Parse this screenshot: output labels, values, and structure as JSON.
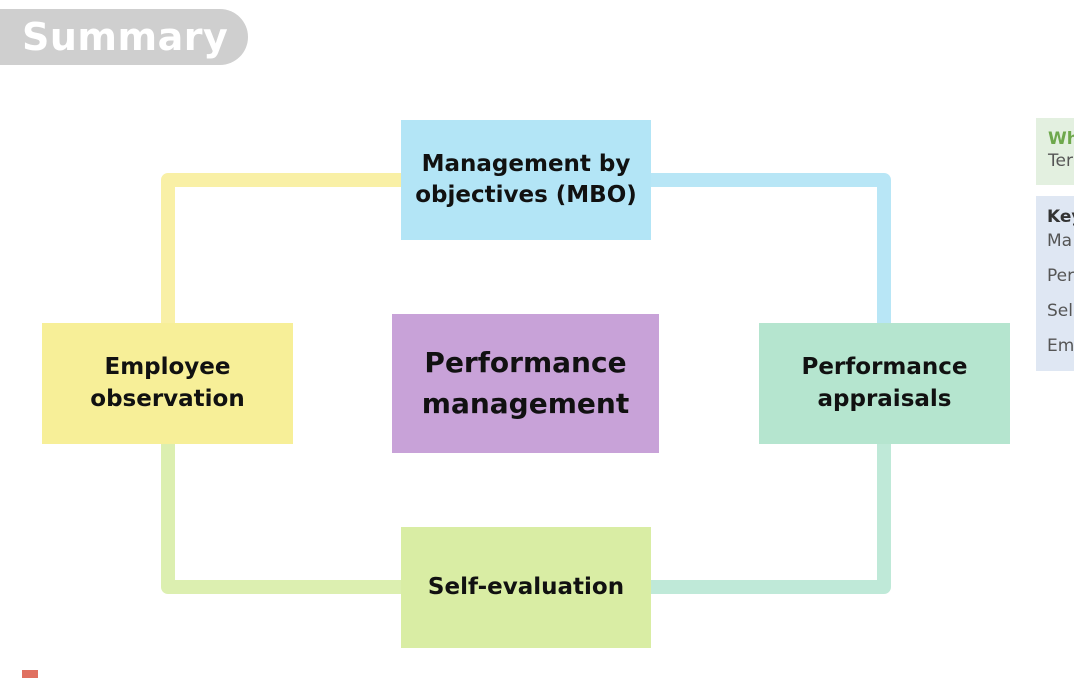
{
  "header": {
    "title": "Summary"
  },
  "diagram": {
    "center": [
      "Performance",
      "management"
    ],
    "top": [
      "Management by",
      "objectives (MBO)"
    ],
    "left": [
      "Employee",
      "observation"
    ],
    "right": [
      "Performance",
      "appraisals"
    ],
    "bottom": [
      "Self-evaluation"
    ]
  },
  "side_panel": {
    "top_heading": "Wh",
    "top_text": "Ter",
    "bottom_heading": "Key",
    "items": [
      "Ma",
      "Per",
      "Sel",
      "Em"
    ]
  },
  "colors": {
    "mbo": "#b3e5f6",
    "employee": "#f7ef98",
    "appraisals": "#b5e5cf",
    "self_evaluation": "#d9eda4",
    "center": "#c8a2d8"
  }
}
